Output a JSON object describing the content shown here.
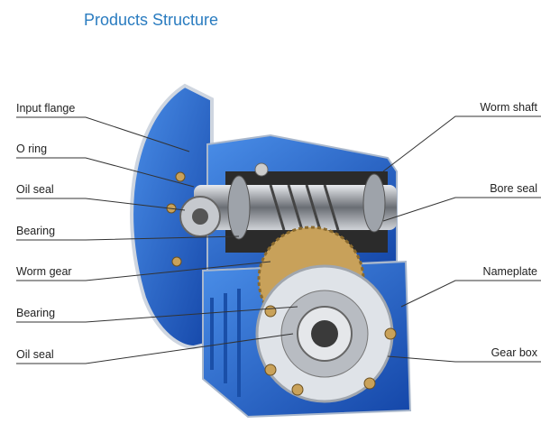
{
  "title": "Products Structure",
  "left_labels": [
    "Input flange",
    "O ring",
    "Oil seal",
    "Bearing",
    "Worm gear",
    "Bearing",
    "Oil seal"
  ],
  "right_labels": [
    "Worm shaft",
    "Bore seal",
    "Nameplate",
    "Gear box"
  ],
  "colors": {
    "title": "#2a7cc0",
    "housing": "#1f63c9",
    "metal": "#b8bcc2",
    "gear": "#c8a15a"
  }
}
